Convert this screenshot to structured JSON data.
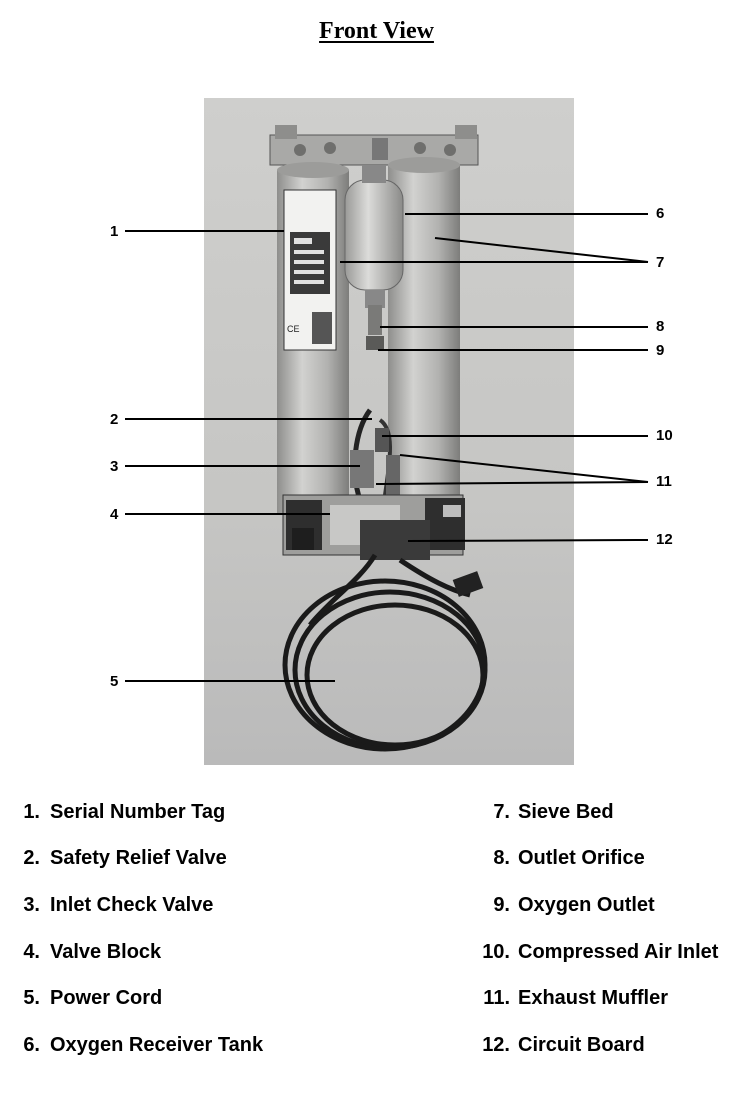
{
  "page": {
    "title": "Front View"
  },
  "figure": {
    "description_icon": "oxygen-concentrator-sieve-module-photo",
    "callouts": [
      "1",
      "2",
      "3",
      "4",
      "5",
      "6",
      "7",
      "8",
      "9",
      "10",
      "11",
      "12"
    ],
    "label_plate": {
      "mark": "CE"
    }
  },
  "legend": {
    "left": [
      {
        "num": "1.",
        "label": "Serial Number Tag"
      },
      {
        "num": "2.",
        "label": "Safety Relief Valve"
      },
      {
        "num": "3.",
        "label": "Inlet Check Valve"
      },
      {
        "num": "4.",
        "label": "Valve Block"
      },
      {
        "num": "5.",
        "label": "Power Cord"
      },
      {
        "num": "6.",
        "label": "Oxygen Receiver Tank"
      }
    ],
    "right": [
      {
        "num": "7.",
        "label": "Sieve Bed"
      },
      {
        "num": "8.",
        "label": "Outlet Orifice"
      },
      {
        "num": "9.",
        "label": "Oxygen Outlet"
      },
      {
        "num": "10.",
        "label": "Compressed Air Inlet"
      },
      {
        "num": "11.",
        "label": "Exhaust Muffler"
      },
      {
        "num": "12.",
        "label": "Circuit Board"
      }
    ]
  },
  "colors": {
    "photo_background": "#c9c9c7",
    "floor": "#bdbdbb",
    "cylinder": "#b4b4b2",
    "line": "#000000"
  }
}
